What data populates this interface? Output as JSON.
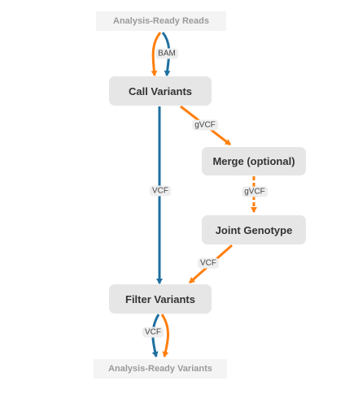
{
  "diagram": {
    "nodes": {
      "reads": "Analysis-Ready Reads",
      "call": "Call Variants",
      "merge": "Merge (optional)",
      "joint": "Joint Genotype",
      "filter": "Filter Variants",
      "out": "Analysis-Ready Variants"
    },
    "edge_labels": {
      "bam": "BAM",
      "gvcf_call_merge": "gVCF",
      "gvcf_merge_joint": "gVCF",
      "vcf_call_filter": "VCF",
      "vcf_joint_filter": "VCF",
      "vcf_filter_out": "VCF"
    }
  },
  "colors": {
    "gvcf_path": "#ff7f0e",
    "vcf_path": "#1f6f9f"
  }
}
